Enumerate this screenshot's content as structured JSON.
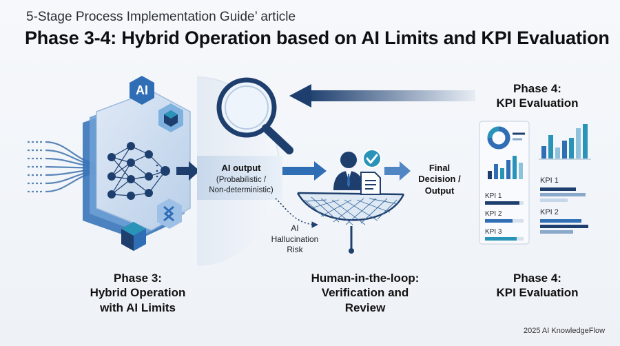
{
  "header": {
    "subtitle": "5-Stage Process Implementation Guide’ article",
    "title": "Phase 3-4: Hybrid Operation based on AI Limits and KPI Evaluation"
  },
  "phase3": {
    "label": "Phase 3:\nHybrid Operation\nwith AI Limits",
    "ai_badge": "AI"
  },
  "ai_output": {
    "title": "AI output",
    "subtitle": "(Probabilistic /\nNon-deterministic)"
  },
  "hallucination": {
    "label": "AI\nHallucination\nRisk"
  },
  "human_loop": {
    "label": "Human-in-the-loop:\nVerification and\nReview"
  },
  "final": {
    "label": "Final\nDecision /\nOutput"
  },
  "phase4_top": {
    "label": "Phase 4:\nKPI Evaluation"
  },
  "phase4_bottom": {
    "label": "Phase 4:\nKPI Evaluation"
  },
  "kpi_panel": {
    "kpi1": "KPI 1",
    "kpi2": "KPI 2",
    "kpi3": "KPI 3"
  },
  "kpi_side": {
    "kpi1": "KPI 1",
    "kpi2": "KPI 2"
  },
  "colors": {
    "navy": "#1e3f6e",
    "blue": "#2f6db5",
    "teal": "#2a93b8",
    "light": "#c7d7ea"
  },
  "footer": {
    "credit": "2025 AI KnowledgeFlow"
  }
}
